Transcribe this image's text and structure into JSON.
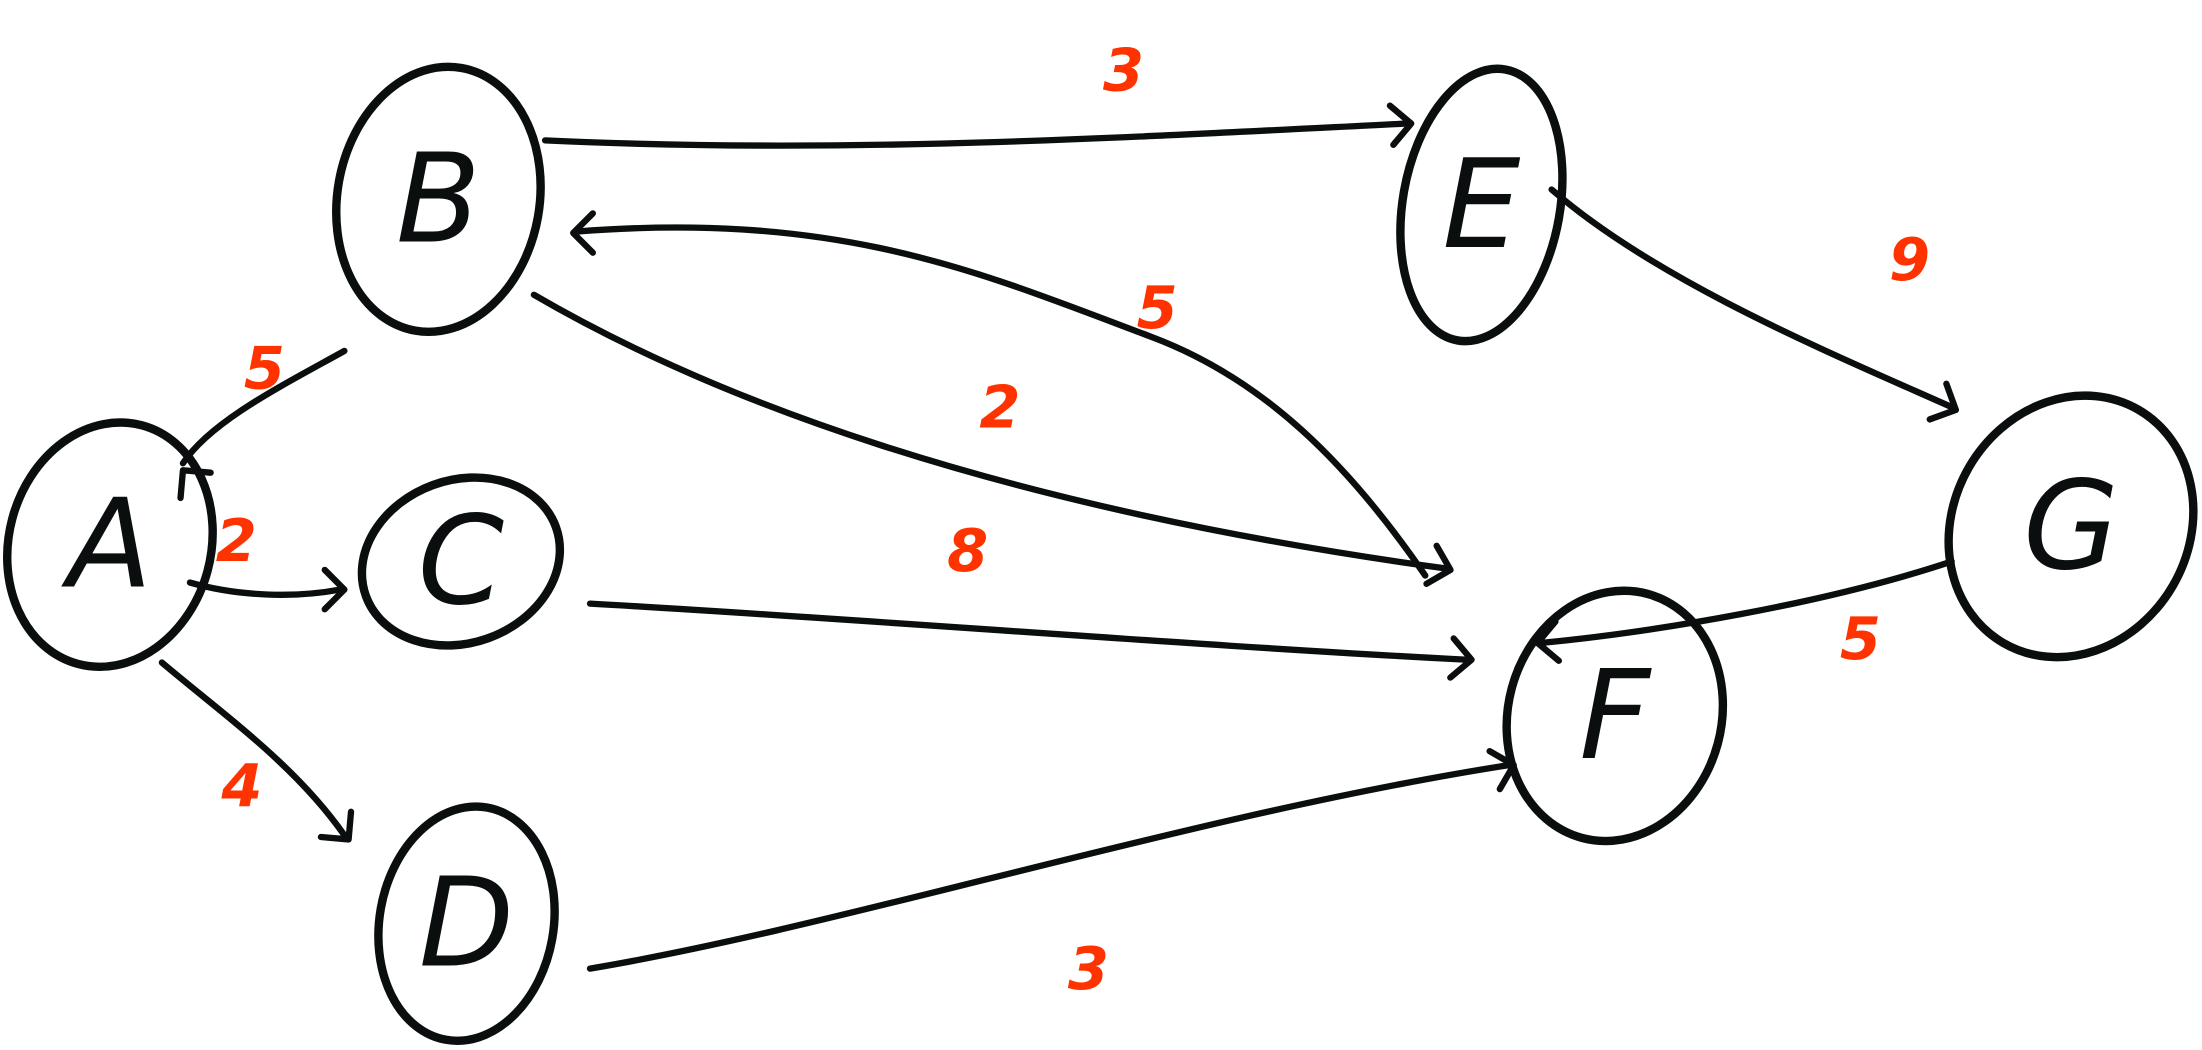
{
  "title": "Weighted directed graph",
  "colors": {
    "stroke": "#0b0e0e",
    "weight": "#ff3300",
    "background": "#ffffff"
  },
  "nodes": [
    {
      "id": "A",
      "label": "A"
    },
    {
      "id": "B",
      "label": "B"
    },
    {
      "id": "C",
      "label": "C"
    },
    {
      "id": "D",
      "label": "D"
    },
    {
      "id": "E",
      "label": "E"
    },
    {
      "id": "F",
      "label": "F"
    },
    {
      "id": "G",
      "label": "G"
    }
  ],
  "edges": [
    {
      "from": "B",
      "to": "A",
      "weight": "5"
    },
    {
      "from": "A",
      "to": "C",
      "weight": "2"
    },
    {
      "from": "A",
      "to": "D",
      "weight": "4"
    },
    {
      "from": "B",
      "to": "E",
      "weight": "3"
    },
    {
      "from": "F",
      "to": "B",
      "weight": "5"
    },
    {
      "from": "B",
      "to": "F",
      "weight": "2"
    },
    {
      "from": "C",
      "to": "F",
      "weight": "8"
    },
    {
      "from": "D",
      "to": "F",
      "weight": "3"
    },
    {
      "from": "E",
      "to": "G",
      "weight": "9"
    },
    {
      "from": "G",
      "to": "F",
      "weight": "5"
    }
  ]
}
